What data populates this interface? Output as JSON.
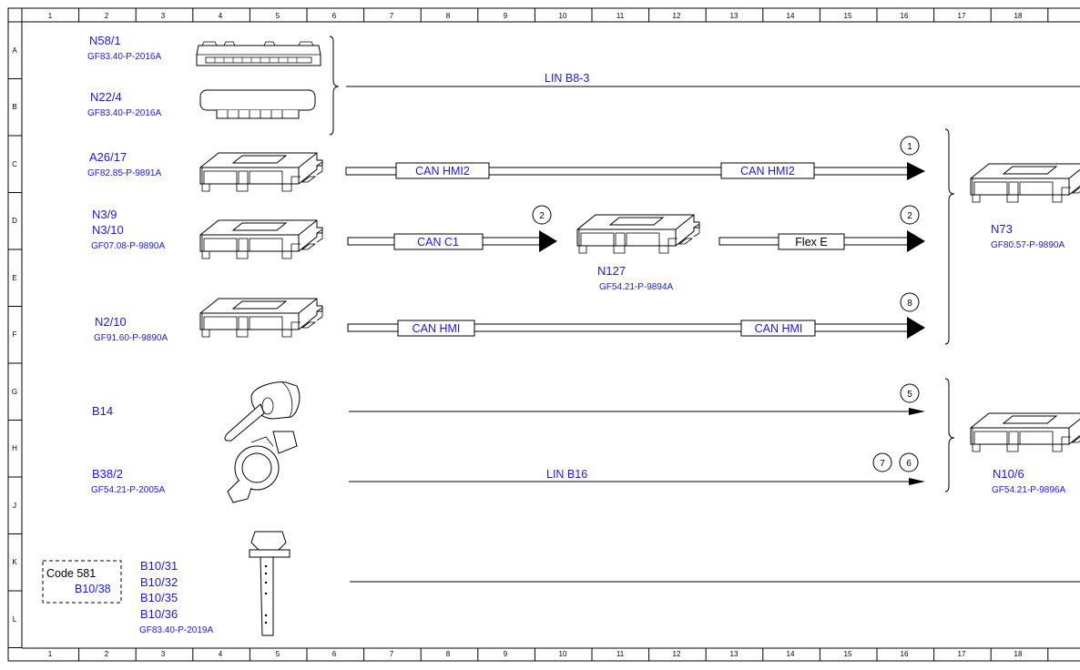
{
  "grid": {
    "columns": [
      "1",
      "2",
      "3",
      "4",
      "5",
      "6",
      "7",
      "8",
      "9",
      "10",
      "11",
      "12",
      "13",
      "14",
      "15",
      "16",
      "17",
      "18"
    ],
    "rows": [
      "A",
      "B",
      "C",
      "D",
      "E",
      "F",
      "G",
      "H",
      "J",
      "K",
      "L"
    ]
  },
  "components": {
    "n58_1": {
      "label": "N58/1",
      "ref": "GF83.40-P-2016A"
    },
    "n22_4": {
      "label": "N22/4",
      "ref": "GF83.40-P-2016A"
    },
    "a26_17": {
      "label": "A26/17",
      "ref": "GF82.85-P-9891A"
    },
    "n3": {
      "label1": "N3/9",
      "label2": "N3/10",
      "ref": "GF07.08-P-9890A"
    },
    "n2_10": {
      "label": "N2/10",
      "ref": "GF91.60-P-9890A"
    },
    "n127": {
      "label": "N127",
      "ref": "GF54.21-P-9894A"
    },
    "b14": {
      "label": "B14"
    },
    "b38_2": {
      "label": "B38/2",
      "ref": "GF54.21-P-2005A"
    },
    "b10": {
      "labels": [
        "B10/31",
        "B10/32",
        "B10/35",
        "B10/36"
      ],
      "ref": "GF83.40-P-2019A"
    },
    "n73": {
      "label": "N73",
      "ref": "GF80.57-P-9890A"
    },
    "n10_6": {
      "label": "N10/6",
      "ref": "GF54.21-P-9896A"
    }
  },
  "code_box": {
    "line1": "Code 581",
    "line2": "B10/38"
  },
  "buses": {
    "lin_b8_3": "LIN B8-3",
    "can_hmi2_a": "CAN HMI2",
    "can_hmi2_b": "CAN HMI2",
    "can_c1": "CAN C1",
    "flex_e": "Flex E",
    "can_hmi_a": "CAN HMI",
    "can_hmi_b": "CAN HMI",
    "lin_b16": "LIN B16"
  },
  "markers": {
    "m1": "1",
    "m2a": "2",
    "m2b": "2",
    "m8": "8",
    "m5": "5",
    "m7": "7",
    "m6": "6"
  }
}
